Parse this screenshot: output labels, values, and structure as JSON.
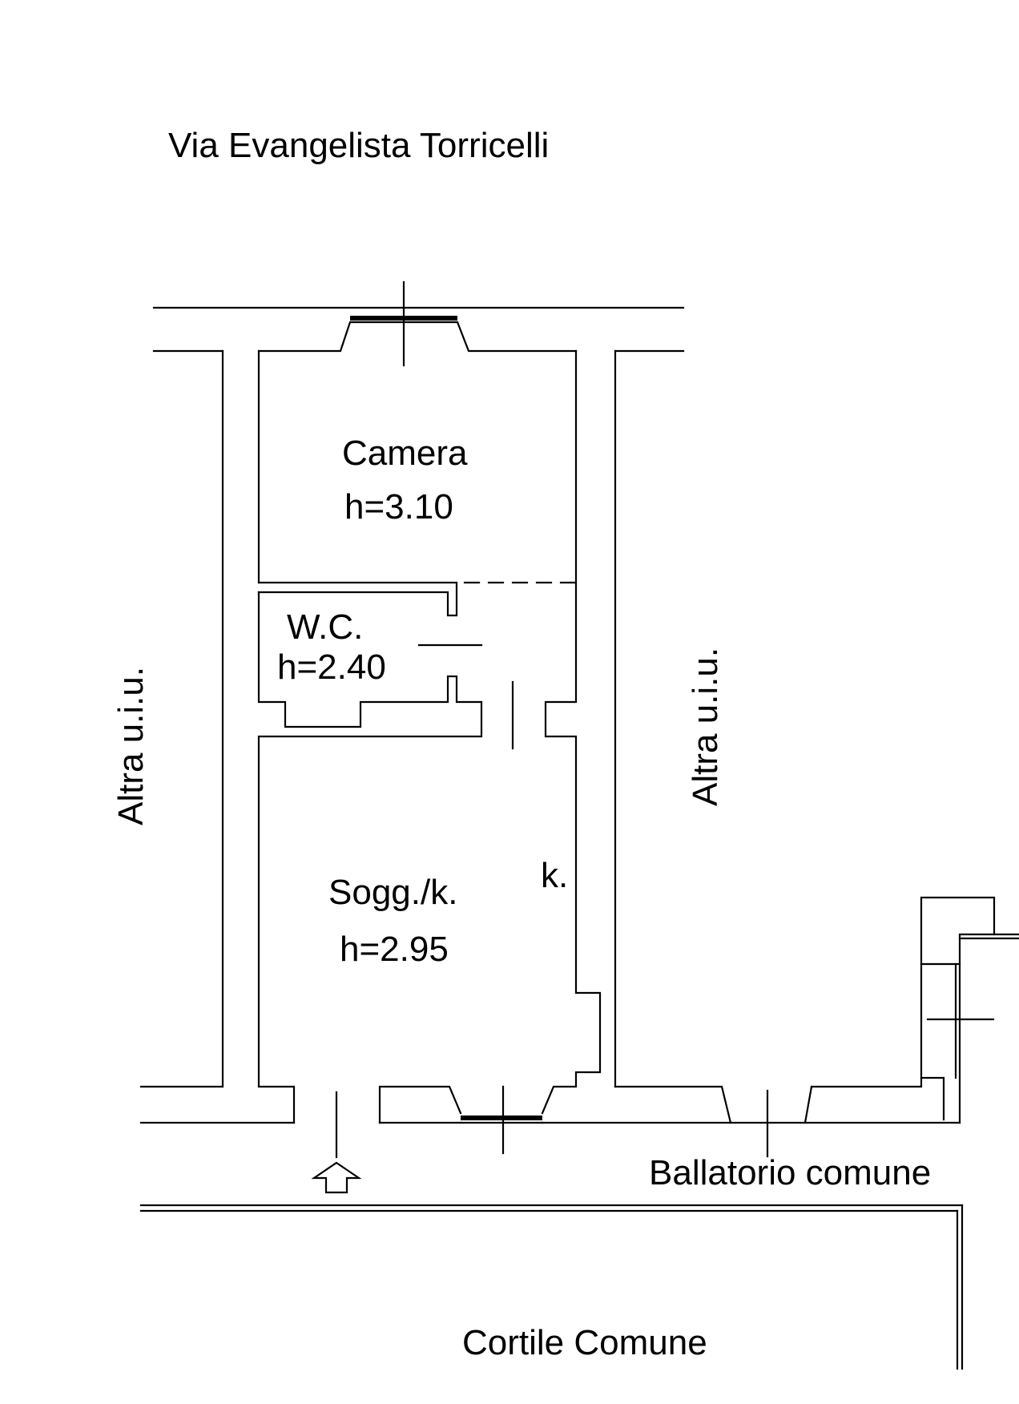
{
  "street": "Via Evangelista Torricelli",
  "rooms": {
    "camera": {
      "name": "Camera",
      "height": "h=3.10"
    },
    "wc": {
      "name": "W.C.",
      "height": "h=2.40"
    },
    "soggiorno": {
      "name": "Sogg./k.",
      "height": "h=2.95"
    },
    "kitchen_mark": "k."
  },
  "neighbors": {
    "left": "Altra u.i.u.",
    "right": "Altra u.i.u."
  },
  "ballatorio": "Ballatorio comune",
  "cortile": "Cortile Comune"
}
